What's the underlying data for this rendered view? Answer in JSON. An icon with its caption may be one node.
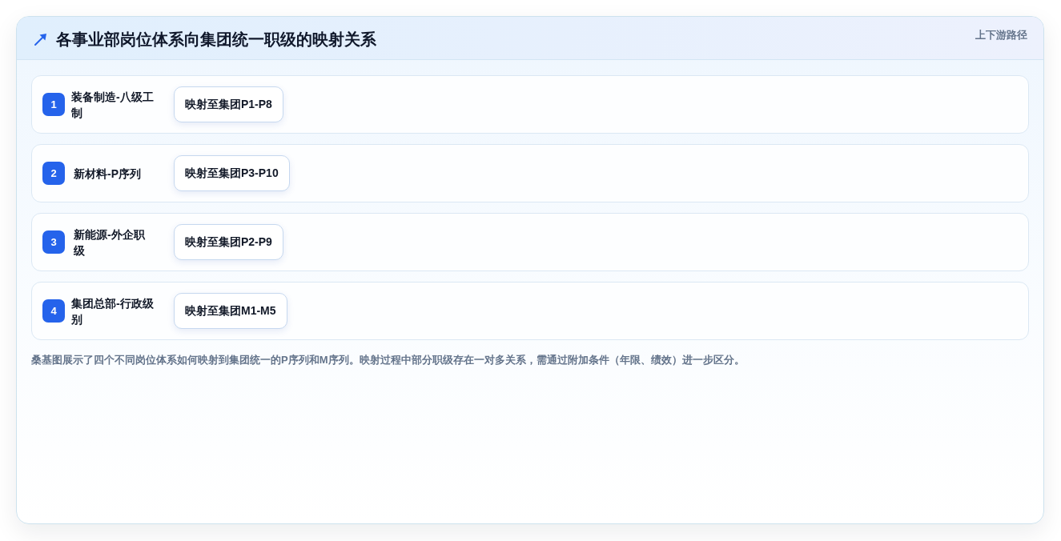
{
  "diagram": {
    "title": "各事业部岗位体系向集团统一职级的映射关系",
    "caption": "桑基图展示了四个不同岗位体系如何映射到集团统一的P序列和M序列。映射过程中部分职级存在一对多关系，需通过附加条件（年限、绩效）进一步区分。",
    "nodes": [
      {
        "text": [
          "装备制造-八级工制"
        ]
      },
      {
        "text": [
          "1"
        ],
        "in": 0
      },
      {
        "text": [
          "映射至集团P1-P8"
        ],
        "in": 0
      },
      {
        "text": [
          "新材料-P序列"
        ]
      },
      {
        "text": [
          "2"
        ],
        "in": 3
      },
      {
        "text": [
          "映射至集团P3-P10"
        ],
        "in": 3
      },
      {
        "text": [
          "新能源-外企职级"
        ]
      },
      {
        "text": [
          "3"
        ],
        "in": 6
      },
      {
        "text": [
          "映射至集团P2-P9"
        ],
        "in": 6
      },
      {
        "text": [
          "集团总部-行政级别"
        ]
      },
      {
        "text": [
          "4"
        ],
        "in": 9
      },
      {
        "text": [
          "映射至集团M1-M5"
        ],
        "in": 9
      }
    ],
    "labels": [
      "上下游路径"
    ]
  }
}
